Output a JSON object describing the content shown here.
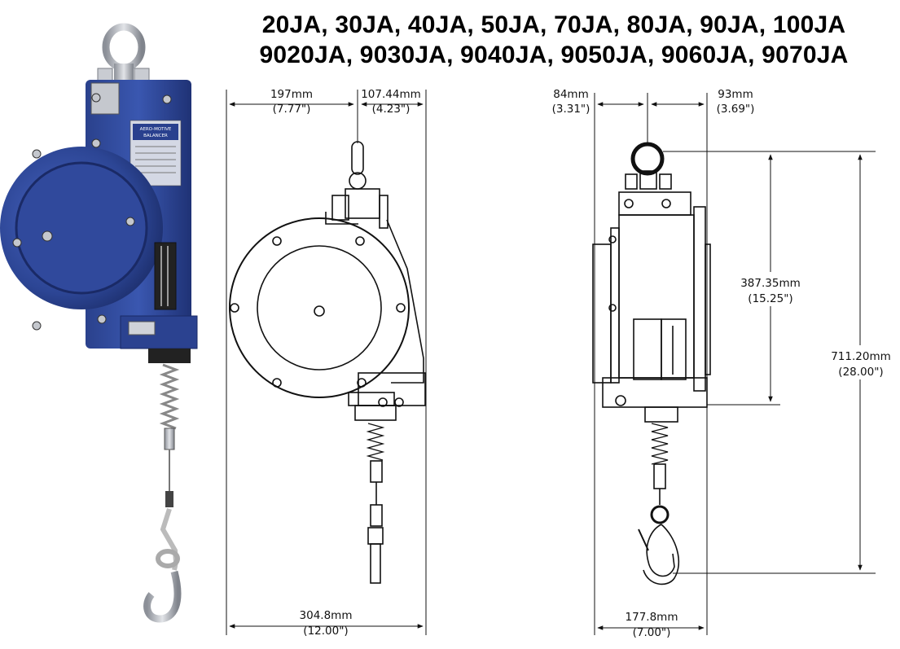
{
  "title_lines": [
    "20JA, 30JA, 40JA, 50JA, 70JA, 80JA, 90JA, 100JA",
    "9020JA, 9030JA, 9040JA, 9050JA, 9060JA, 9070JA"
  ],
  "product_label": [
    "AERO-MOTIVE",
    "BALANCER"
  ],
  "front_view": {
    "top_left": {
      "mm": "197mm",
      "in": "(7.77\")"
    },
    "top_right": {
      "mm": "107.44mm",
      "in": "(4.23\")"
    },
    "bottom": {
      "mm": "304.8mm",
      "in": "(12.00\")"
    }
  },
  "side_view": {
    "top_left": {
      "mm": "84mm",
      "in": "(3.31\")"
    },
    "top_right": {
      "mm": "93mm",
      "in": "(3.69\")"
    },
    "height_inner": {
      "mm": "387.35mm",
      "in": "(15.25\")"
    },
    "height_outer": {
      "mm": "711.20mm",
      "in": "(28.00\")"
    },
    "bottom": {
      "mm": "177.8mm",
      "in": "(7.00\")"
    }
  },
  "colors": {
    "body": "#2f4a9c",
    "body_dark": "#1c2f6e",
    "metal": "#b8bcc4",
    "line": "#111111"
  }
}
